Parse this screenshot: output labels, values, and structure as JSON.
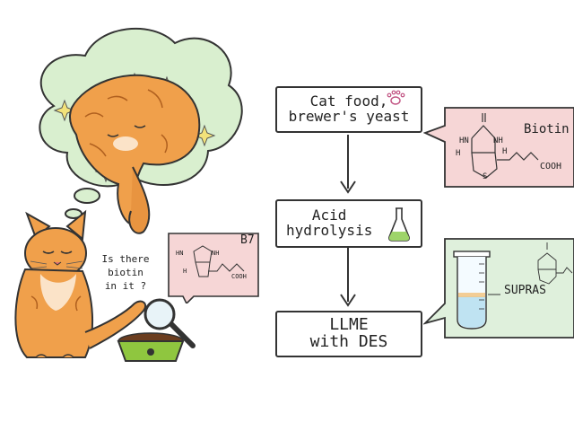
{
  "question": {
    "line1": "Is there",
    "line2": "biotin",
    "line3": "in it ?"
  },
  "small_card": {
    "vitamin_label": "B7",
    "amine_label": "HN",
    "nh_label": "NH",
    "h_label": "H",
    "acid_label": "COOH"
  },
  "flow": {
    "step1": {
      "line1": "Cat food,",
      "line2": "brewer's yeast"
    },
    "step2": {
      "line1": "Acid",
      "line2": "hydrolysis"
    },
    "step3": {
      "line1": "LLME",
      "line2": "with DES"
    }
  },
  "biotin_callout": {
    "title": "Biotin",
    "hn_label": "HN",
    "nh_label": "NH",
    "h_left": "H",
    "h_right": "H",
    "s_label": "S",
    "acid_label": "COOH"
  },
  "supras_callout": {
    "label": "SUPRAS"
  },
  "colors": {
    "cat_orange": "#f0a04b",
    "cloud_green": "#d9efcf",
    "pink_card": "#f6d6d6",
    "green_card": "#dff0dc",
    "liquid_blue": "#bfe3f2",
    "bowl_green": "#8fc63f"
  }
}
